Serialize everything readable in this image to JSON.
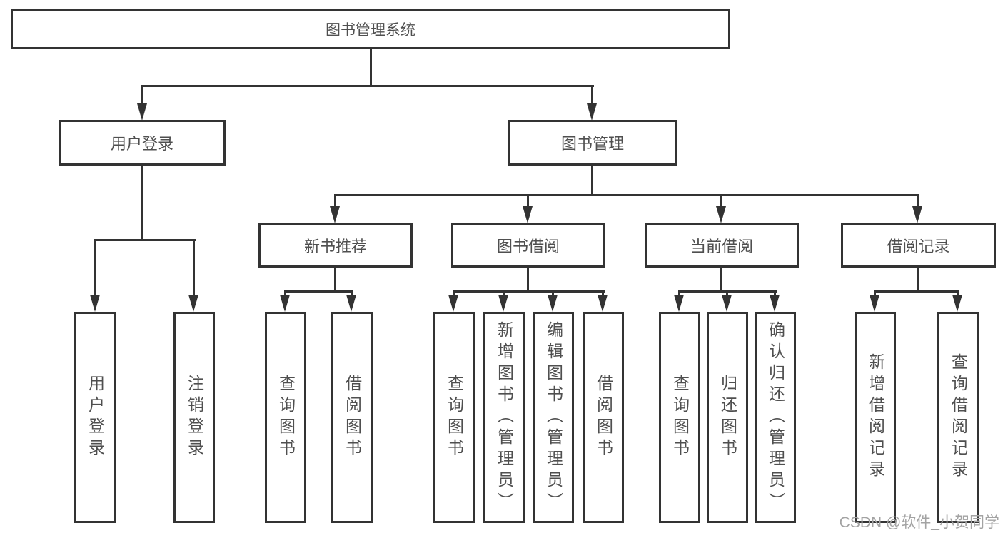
{
  "diagram": {
    "title_node": "root",
    "root": {
      "label": "图书管理系统"
    },
    "branches": [
      {
        "label": "用户登录",
        "children": [
          {
            "label": "用户登录"
          },
          {
            "label": "注销登录"
          }
        ]
      },
      {
        "label": "图书管理",
        "children": [
          {
            "label": "新书推荐",
            "children": [
              {
                "label": "查询图书"
              },
              {
                "label": "借阅图书"
              }
            ]
          },
          {
            "label": "图书借阅",
            "children": [
              {
                "label": "查询图书"
              },
              {
                "label": "新增图书（管理员）"
              },
              {
                "label": "编辑图书（管理员）"
              },
              {
                "label": "借阅图书"
              }
            ]
          },
          {
            "label": "当前借阅",
            "children": [
              {
                "label": "查询图书"
              },
              {
                "label": "归还图书"
              },
              {
                "label": "确认归还（管理员）"
              }
            ]
          },
          {
            "label": "借阅记录",
            "children": [
              {
                "label": "新增借阅记录"
              },
              {
                "label": "查询借阅记录"
              }
            ]
          }
        ]
      }
    ]
  },
  "watermark": {
    "text": "CSDN @软件_小贺同学"
  },
  "colors": {
    "line": "#333333",
    "text": "#4f4f4f",
    "watermark": "#a3a3a3",
    "background": "#ffffff"
  }
}
